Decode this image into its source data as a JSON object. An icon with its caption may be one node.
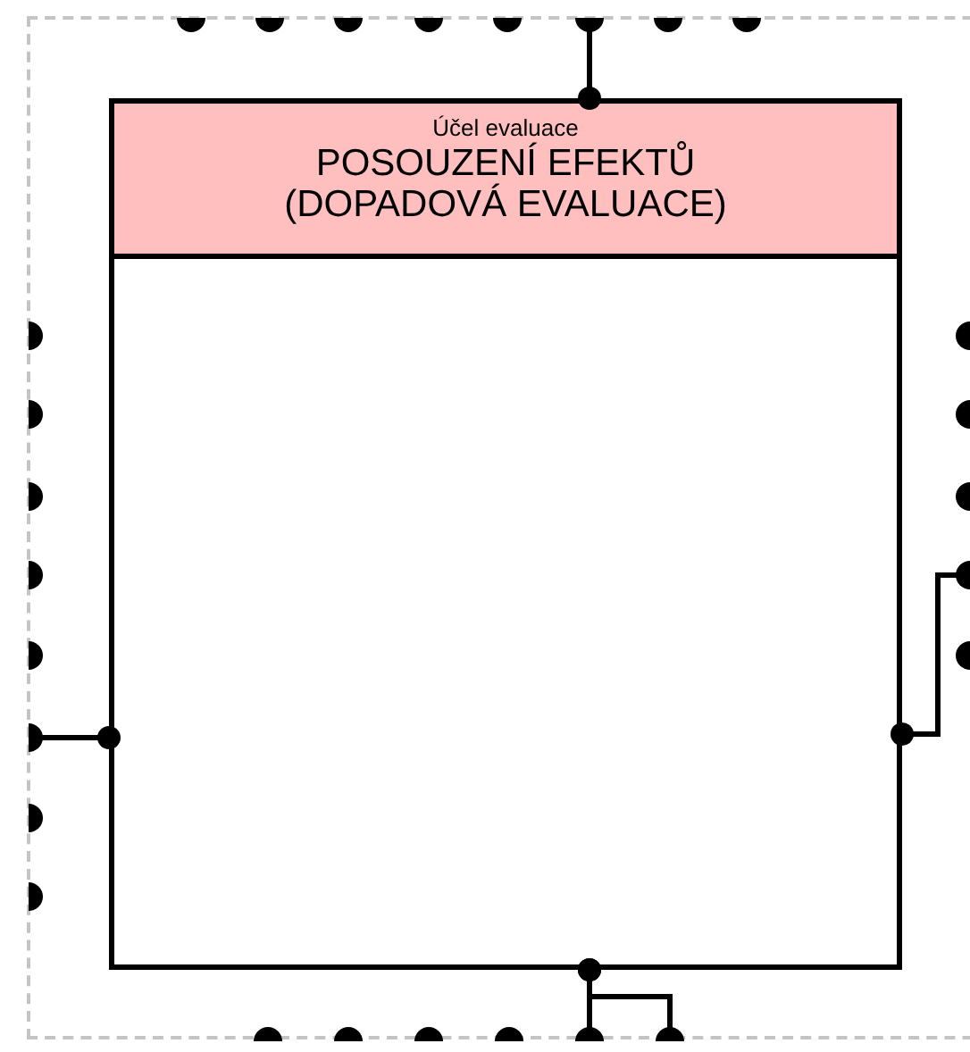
{
  "diagram": {
    "nodes": [
      {
        "text": [],
        "shape": "circle"
      },
      {
        "text": [],
        "shape": "circle"
      },
      {
        "text": [],
        "shape": "circle"
      },
      {
        "text": [],
        "shape": "circle"
      },
      {
        "text": [],
        "shape": "circle"
      },
      {
        "text": [],
        "shape": "circle"
      },
      {
        "text": [],
        "shape": "circle"
      },
      {
        "text": [],
        "shape": "circle"
      },
      {
        "text": [
          "Účel evaluace",
          "POSOUZENÍ EFEKTŮ (DOPADOVÁ EVALUACE)"
        ]
      },
      {
        "text": [],
        "shape": "circle"
      },
      {
        "text": [],
        "shape": "circle"
      },
      {
        "text": [],
        "shape": "circle"
      },
      {
        "text": [],
        "shape": "circle"
      },
      {
        "text": [],
        "shape": "circle"
      },
      {
        "text": [],
        "shape": "circle"
      },
      {
        "text": [],
        "shape": "circle"
      },
      {
        "text": [],
        "shape": "circle"
      },
      {
        "text": [],
        "shape": "circle"
      },
      {
        "text": [],
        "shape": "circle"
      },
      {
        "text": [],
        "shape": "circle"
      },
      {
        "text": [],
        "shape": "circle"
      },
      {
        "text": [],
        "shape": "circle"
      },
      {
        "text": [],
        "shape": "circle"
      },
      {
        "text": [],
        "shape": "circle"
      },
      {
        "text": [],
        "shape": "circle"
      },
      {
        "text": [],
        "shape": "circle"
      },
      {
        "text": [],
        "shape": "circle"
      },
      {
        "text": [],
        "shape": "circle"
      }
    ],
    "edges": [
      {
        "from": 8,
        "to": 5,
        "arrow": "other"
      },
      {
        "from": 8,
        "to": 14,
        "arrow": "other"
      },
      {
        "from": 8,
        "to": 20,
        "arrow": "other"
      },
      {
        "from": 8,
        "to": 26,
        "arrow": "other"
      },
      {
        "from": 8,
        "to": 27,
        "arrow": "other"
      }
    ]
  }
}
